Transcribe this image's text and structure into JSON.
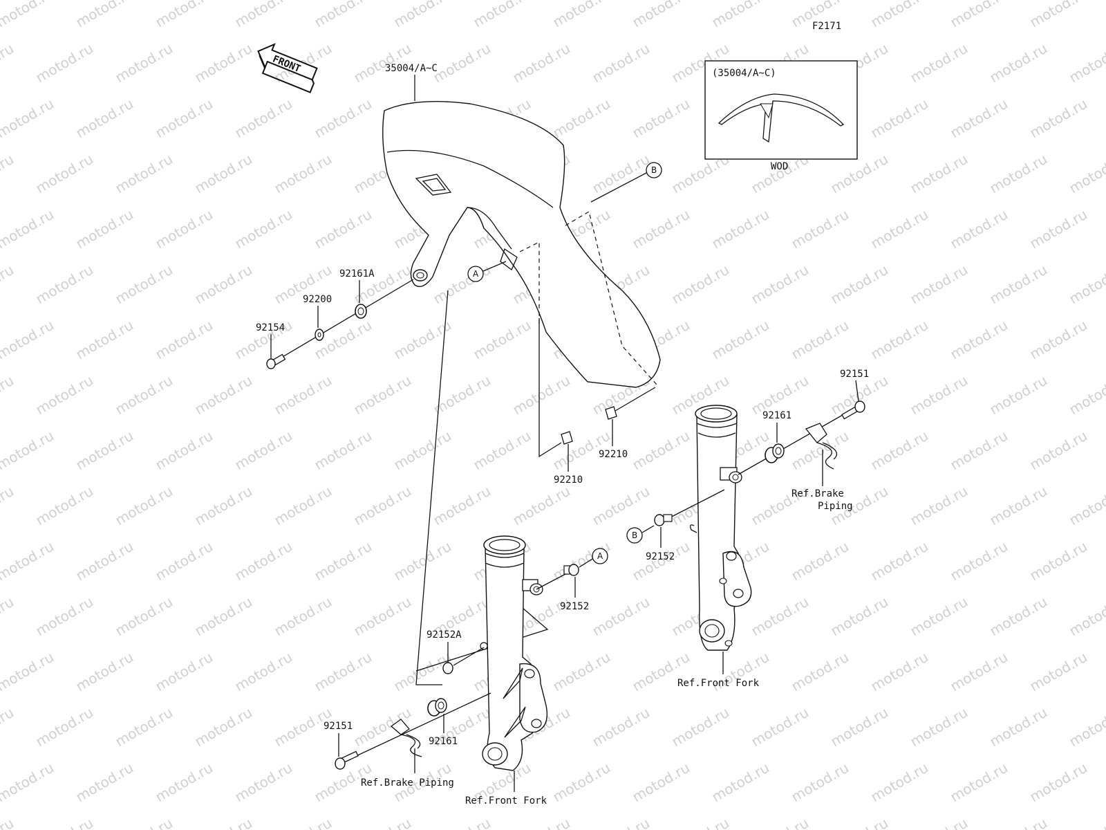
{
  "figure_code": "F2171",
  "front_label": "FRONT",
  "inset": {
    "title": "(35004/A~C)",
    "caption": "WOD"
  },
  "watermark": "motod.ru",
  "callouts": {
    "a": "A",
    "b": "B"
  },
  "labels": {
    "fender": "35004/A~C",
    "washer_92200": "92200",
    "collar_92161A": "92161A",
    "bolt_92154": "92154",
    "nut_92210_right": "92210",
    "nut_92210_left": "92210",
    "bolt_92151_right": "92151",
    "collar_92161_right": "92161",
    "brake_piping_right_1": "Ref.Brake",
    "brake_piping_right_2": "Piping",
    "bolt_92152_right": "92152",
    "front_fork_right": "Ref.Front Fork",
    "bolt_92152_left": "92152",
    "bolt_92152A": "92152A",
    "bolt_92151_left": "92151",
    "collar_92161_left": "92161",
    "brake_piping_left": "Ref.Brake Piping",
    "front_fork_left": "Ref.Front Fork"
  }
}
